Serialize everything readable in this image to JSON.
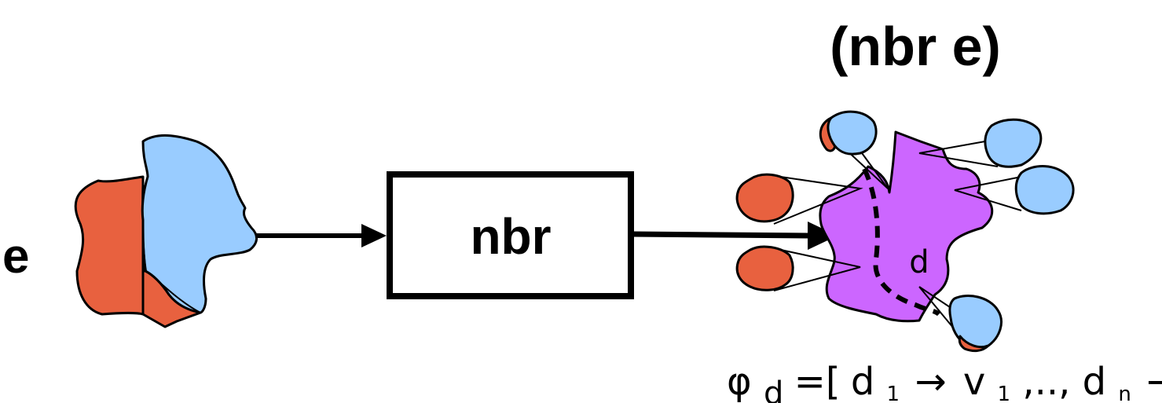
{
  "labels": {
    "input": "e",
    "box": "nbr",
    "output_title": "(nbr e)",
    "distance": "d"
  },
  "formula": {
    "phi": "φ",
    "phi_sub": "d",
    "eq_open": "=[",
    "d": "d",
    "sub_1": "1",
    "arrow": "→",
    "v": "v",
    "sep": ",..,",
    "sub_n": "n",
    "close": "]"
  },
  "colors": {
    "orange": "#e8613f",
    "blue": "#99ccff",
    "purple": "#cc66ff",
    "stroke": "#000000"
  }
}
